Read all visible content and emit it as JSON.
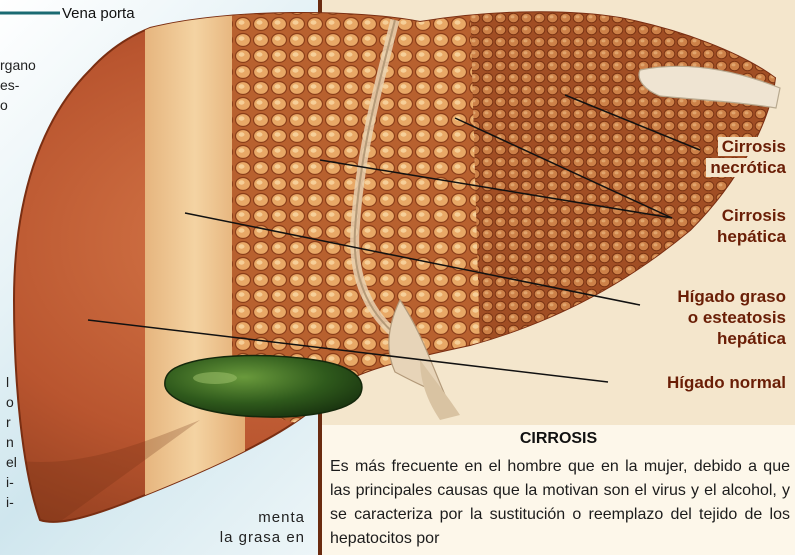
{
  "labels": {
    "vena_porta": "Vena porta",
    "cirrosis_necrotica": [
      "Cirrosis",
      "necrótica"
    ],
    "cirrosis_hepatica": [
      "Cirrosis",
      "hepática"
    ],
    "higado_graso": [
      "Hígado graso",
      "o esteatosis",
      "hepática"
    ],
    "higado_normal": "Hígado normal"
  },
  "left_fragments": {
    "top_right": [
      "rgano",
      "es-",
      "o"
    ],
    "mid_right": [
      "l",
      "o",
      "r",
      "n",
      "el",
      "i-",
      "i-"
    ],
    "bottom": [
      "menta",
      "la grasa en"
    ]
  },
  "panel": {
    "title": "CIRROSIS",
    "body": "Es más frecuente en el hombre que en la mujer, debido a que las principales causas que la motivan son el virus y el alcohol, y se caracteriza por la sustitución o reemplazo del tejido de los hepatocitos por"
  },
  "colors": {
    "label_text": "#6a1e06",
    "divider": "#6a2b10",
    "liver_normal": "#b9552f",
    "liver_fatty": "#eec68e",
    "liver_cirrhotic": "#c06a33",
    "gallbladder": "#2f5a1c"
  }
}
